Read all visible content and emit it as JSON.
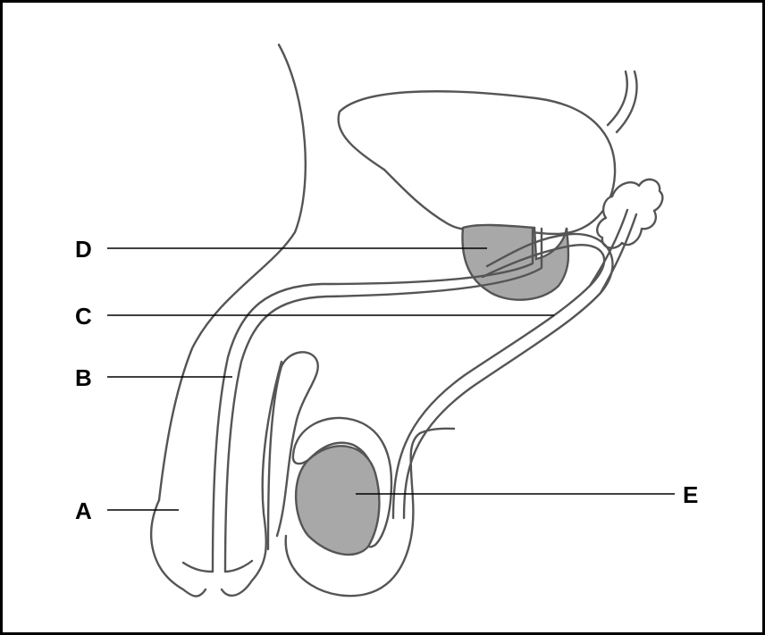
{
  "labels": {
    "a": "A",
    "b": "B",
    "c": "C",
    "d": "D",
    "e": "E"
  },
  "colors": {
    "shaded_tissue": "#a8a8a8",
    "outline": "#555555",
    "leader_line": "#000000",
    "frame": "#000000"
  }
}
